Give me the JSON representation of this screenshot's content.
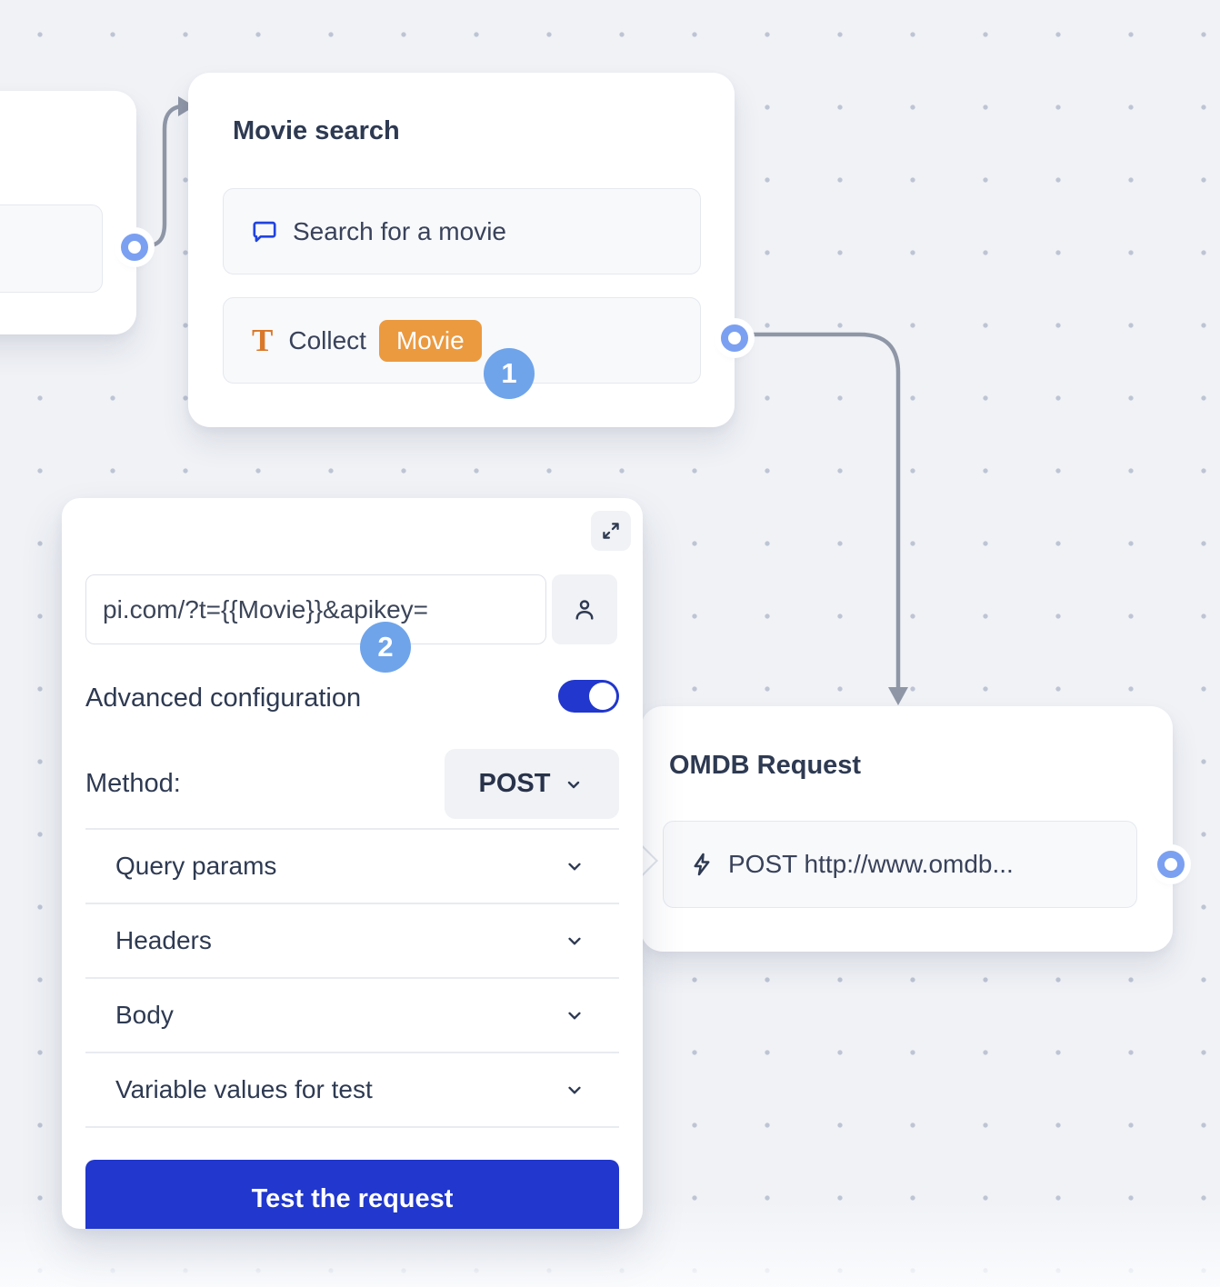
{
  "canvas": {
    "background_color": "#f0f2f6",
    "dot_color": "#bdc4d3"
  },
  "nodes": {
    "movie_search": {
      "title": "Movie search",
      "items": [
        {
          "icon": "chat-bubble-icon",
          "label": "Search for a movie"
        },
        {
          "icon": "text-input-icon",
          "label": "Collect",
          "tag": "Movie"
        }
      ]
    },
    "omdb_request": {
      "title": "OMDB Request",
      "items": [
        {
          "icon": "lightning-icon",
          "label": "POST http://www.omdb..."
        }
      ]
    }
  },
  "panel": {
    "url_value": "pi.com/?t={{Movie}}&apikey=",
    "advanced_configuration_label": "Advanced configuration",
    "advanced_configuration_enabled": true,
    "method_label": "Method:",
    "method_value": "POST",
    "sections": [
      {
        "label": "Query params"
      },
      {
        "label": "Headers"
      },
      {
        "label": "Body"
      },
      {
        "label": "Variable values for test"
      }
    ],
    "test_button_label": "Test the request"
  },
  "annotations": {
    "step_badges": [
      {
        "number": "1"
      },
      {
        "number": "2"
      }
    ]
  },
  "colors": {
    "accent_blue": "#2137cd",
    "badge_blue": "#6fa4ea",
    "tag_orange": "#eb9a40",
    "icon_orange": "#d9782a",
    "icon_blue": "#2143e0",
    "connector_gray": "#8f97a7",
    "port_ring_blue": "#7ba0f1"
  }
}
